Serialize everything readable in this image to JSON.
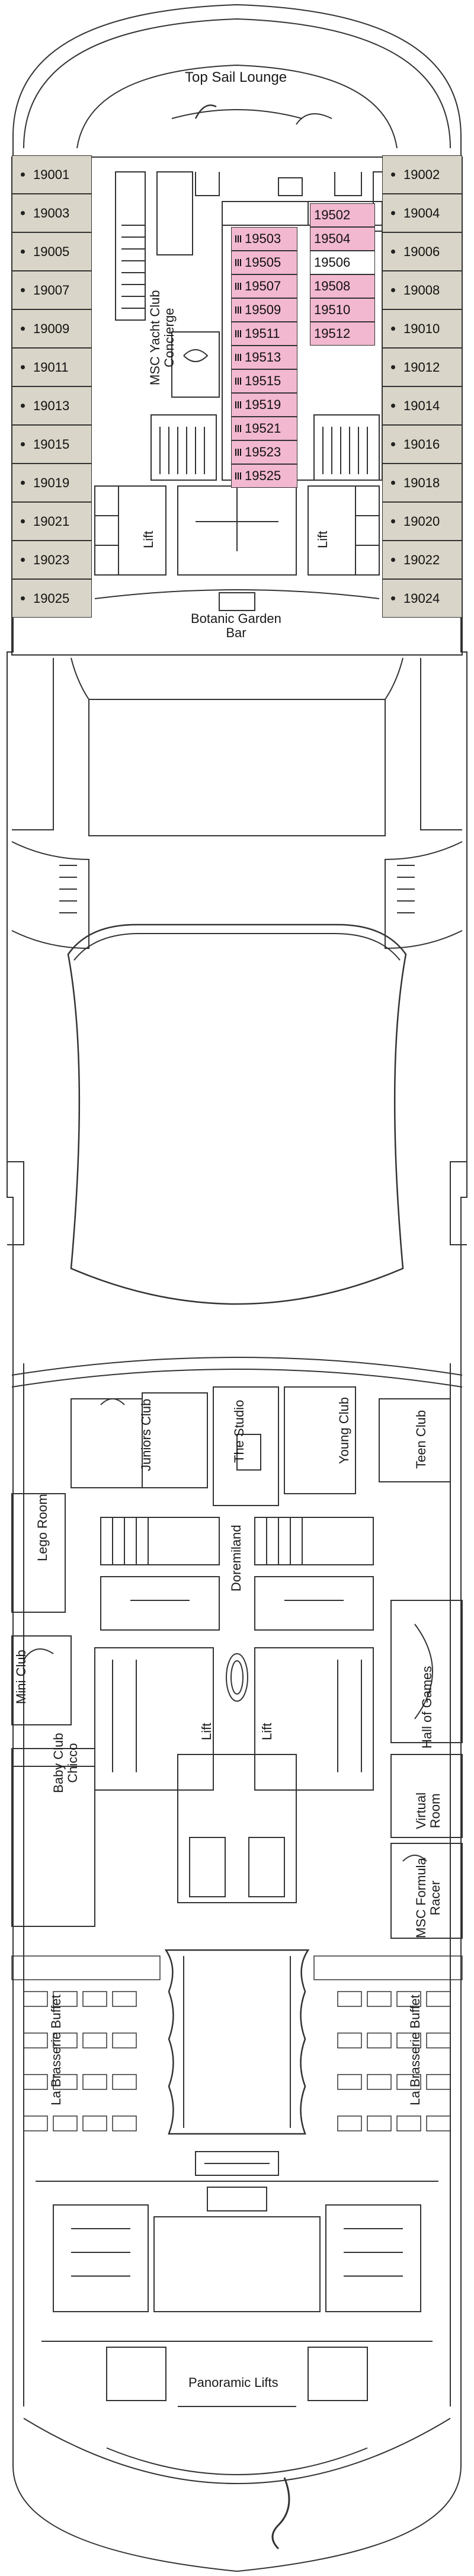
{
  "colors": {
    "background": "#ffffff",
    "outline": "#333333",
    "side_cabin_fill": "#d9d5c8",
    "yacht_club_fill": "#f2b8cf"
  },
  "venues": {
    "top_sail_lounge": "Top Sail Lounge",
    "msc_yacht_club_concierge_line1": "MSC Yacht Club",
    "msc_yacht_club_concierge_line2": "Concierge",
    "lift": "Lift",
    "botanic_garden_bar_line1": "Botanic Garden",
    "botanic_garden_bar_line2": "Bar",
    "juniors_club": "Juniors Club",
    "the_studio": "The Studio",
    "young_club": "Young Club",
    "teen_club": "Teen Club",
    "lego_room": "Lego Room",
    "doremiland": "Doremiland",
    "mini_club": "Mini Club",
    "baby_club_line1": "Baby Club",
    "baby_club_line2": "Chicco",
    "hall_of_games": "Hall of Games",
    "virtual_room_line1": "Virtual",
    "virtual_room_line2": "Room",
    "msc_formula_racer_line1": "MSC Formula",
    "msc_formula_racer_line2": "Racer",
    "la_brasserie_buffet": "La Brasserie Buffet",
    "panoramic_lifts": "Panoramic Lifts"
  },
  "cabins": {
    "left_column": [
      "19001",
      "19003",
      "19005",
      "19007",
      "19009",
      "19011",
      "19013",
      "19015",
      "19019",
      "19021",
      "19023",
      "19025"
    ],
    "right_column": [
      "19002",
      "19004",
      "19006",
      "19008",
      "19010",
      "19012",
      "19014",
      "19016",
      "19018",
      "19020",
      "19022",
      "19024"
    ],
    "yacht_left": [
      "19503",
      "19505",
      "19507",
      "19509",
      "19511",
      "19513",
      "19515",
      "19519",
      "19521",
      "19523",
      "19525"
    ],
    "yacht_right": [
      "19502",
      "19504",
      "19506",
      "19508",
      "19510",
      "19512"
    ]
  }
}
